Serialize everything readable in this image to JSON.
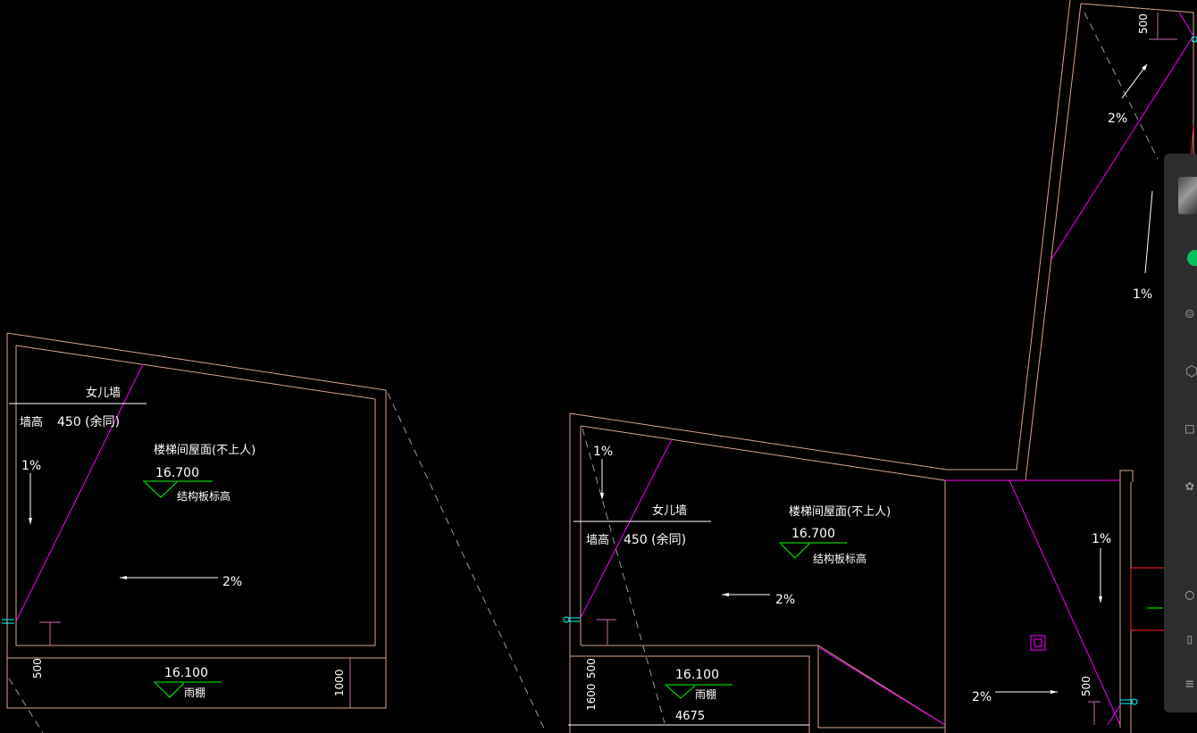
{
  "drawing": {
    "left_building": {
      "parapet_label": "女儿墙",
      "wall_height_label": "墙高",
      "wall_height_value": "450 (余同)",
      "roof_label": "楼梯间屋面(不上人)",
      "roof_elevation": "16.700",
      "elevation_note": "结构板标高",
      "slope_left": "1%",
      "slope_main": "2%",
      "canopy_elevation": "16.100",
      "canopy_label": "雨棚",
      "dim_500": "500",
      "dim_1000": "1000"
    },
    "right_building": {
      "slope_left": "1%",
      "parapet_label": "女儿墙",
      "wall_height_label": "墙高",
      "wall_height_value": "450 (余同)",
      "roof_label": "楼梯间屋面(不上人)",
      "roof_elevation": "16.700",
      "elevation_note": "结构板标高",
      "slope_main": "2%",
      "canopy_elevation": "16.100",
      "canopy_label": "雨棚",
      "dim_500": "500",
      "dim_1600": "1600",
      "dim_4675": "4675",
      "slope_right": "1%",
      "slope_bottom": "2%",
      "dim_500_right": "500"
    },
    "top_right": {
      "dim_500": "500",
      "slope_2": "2%",
      "slope_1": "1%"
    }
  },
  "colors": {
    "wall": "#d9a58a",
    "slope_line": "#ff00ff",
    "elevation_mark": "#00ff00",
    "text": "#ffffff",
    "drain": "#00ffff",
    "red": "#ff2020"
  },
  "sidebar": {
    "icons": [
      "avatar",
      "chat-icon",
      "contacts-icon",
      "cube-icon",
      "folder-icon",
      "settings-icon",
      "mini-program-icon",
      "phone-icon",
      "menu-icon"
    ]
  }
}
